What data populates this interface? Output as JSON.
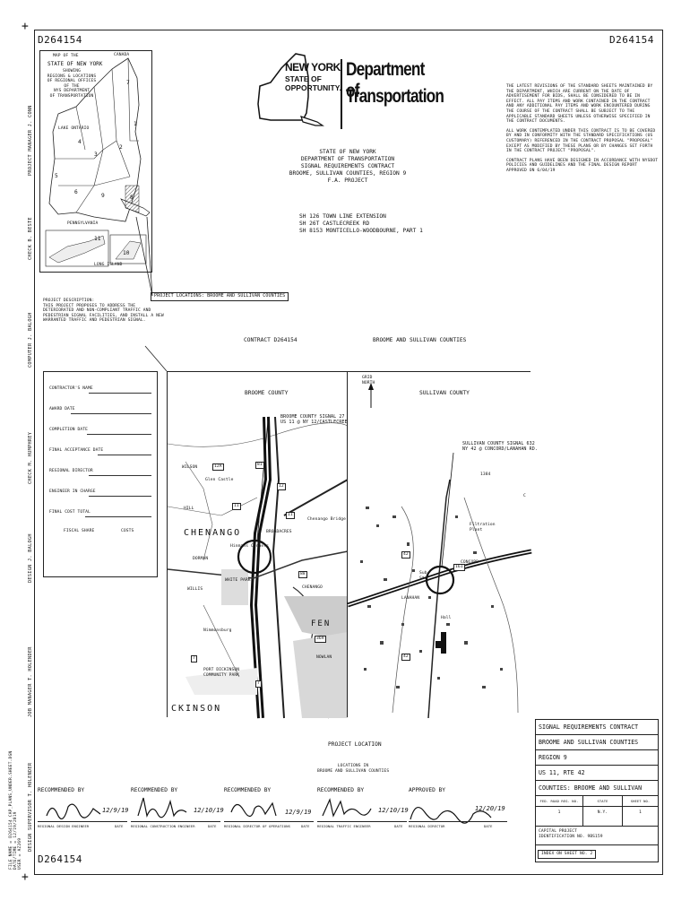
{
  "sheet": {
    "number_top_left": "D264154",
    "number_top_right": "D264154",
    "number_bottom_left": "D264154",
    "number_bottom_right": "D264154"
  },
  "left_margin": {
    "file_info": "FILE NAME = D264154 CAP_PLANS_UNDER.SHEET.DGN\nDATE/TIME = 12/19/2019\nUSER = AZ269",
    "labels": [
      "PROJECT MANAGER J. CONN",
      "CHECK B. BESTE",
      "COMPUTER J. BALOGH",
      "CHECK M. HUMPHREY",
      "DESIGN J. BALOGH",
      "JOB MANAGER T. HOLENDER",
      "DESIGN SUPERVISOR T. HOLENDER"
    ]
  },
  "state_map": {
    "title_small": "MAP OF THE",
    "title": "STATE OF NEW YORK",
    "subtitle": "SHOWING\nREGIONS & LOCATIONS\nOF REGIONAL OFFICES\nOF THE\nNYS DEPARTMENT\nOF TRANSPORTATION",
    "lake": "LAKE ONTARIO",
    "canada": "CANADA",
    "penn": "PENNSYLVANIA",
    "ltext": "LONG ISLAND",
    "region_numbers": [
      "7",
      "2",
      "4",
      "3",
      "9",
      "6",
      "5",
      "8",
      "1",
      "11",
      "10"
    ]
  },
  "logo": {
    "state_line1": "NEW YORK",
    "state_line2": "STATE OF",
    "state_line3": "OPPORTUNITY.",
    "dept_line1": "Department of",
    "dept_line2": "Transportation"
  },
  "title_block": {
    "lines": [
      "STATE OF NEW YORK",
      "DEPARTMENT OF TRANSPORTATION",
      "SIGNAL REQUIREMENTS CONTRACT",
      "BROOME, SULLIVAN COUNTIES, REGION 9",
      "F.A. PROJECT"
    ],
    "routes": [
      "SH 126 TOWN LINE EXTENSION",
      "SH 26T CASTLECREEK RD",
      "SH 8153 MONTICELLO-WOODBOURNE, PART 1"
    ]
  },
  "notes": [
    "THE LATEST REVISIONS OF THE STANDARD SHEETS MAINTAINED BY THE DEPARTMENT, WHICH ARE CURRENT ON THE DATE OF ADVERTISEMENT FOR BIDS, SHALL BE CONSIDERED TO BE IN EFFECT. ALL PAY ITEMS AND WORK CONTAINED IN THE CONTRACT AND ANY ADDITIONAL PAY ITEMS AND WORK ENCOUNTERED DURING THE COURSE OF THE CONTRACT SHALL BE SUBJECT TO THE APPLICABLE STANDARD SHEETS UNLESS OTHERWISE SPECIFIED IN THE CONTRACT DOCUMENTS.",
    "ALL WORK CONTEMPLATED UNDER THIS CONTRACT IS TO BE COVERED BY AND IN CONFORMITY WITH THE STANDARD SPECIFICATIONS (US CUSTOMARY) REFERENCED IN THE CONTRACT PROPOSAL \"PROPOSAL\" EXCEPT AS MODIFIED BY THESE PLANS OR BY CHANGES SET FORTH IN THE CONTRACT PROJECT \"PROPOSAL\".",
    "CONTRACT PLANS HAVE BEEN DESIGNED IN ACCORDANCE WITH NYSDOT POLICIES AND GUIDELINES AND THE FINAL DESIGN REPORT APPROVED ON 6/04/19"
  ],
  "project_locations_label": "PROJECT LOCATIONS: BROOME AND SULLIVAN COUNTIES",
  "project_description": {
    "heading": "PROJECT DESCRIPTION:",
    "text": "THIS PROJECT PROPOSES TO ADDRESS THE DETERIORATED AND NON-COMPLIANT TRAFFIC AND PEDESTRIAN SIGNAL FACILITIES, AND INSTALL A NEW WARRANTED TRAFFIC AND PEDESTRIAN SIGNAL."
  },
  "contract_header": {
    "left": "CONTRACT D264154",
    "right": "BROOME AND SULLIVAN COUNTIES"
  },
  "contractor_box": {
    "fields": [
      "CONTRACTOR'S NAME",
      "AWARD DATE",
      "COMPLETION DATE",
      "FINAL ACCEPTANCE DATE",
      "REGIONAL DIRECTOR",
      "ENGINEER IN CHARGE",
      "FINAL COST TOTAL"
    ],
    "fiscal_share": "FISCAL SHARE",
    "costs": "COSTS"
  },
  "broome_map": {
    "title": "BROOME COUNTY",
    "callout": "BROOME COUNTY SIGNAL 27\nUS 11 @ NY 12/CASTLECREEK RD",
    "place_labels": [
      "WILSON",
      "Glen Castle",
      "CHENANGO",
      "Chenango Bridge",
      "Hinmans Corners",
      "WHITE PARK",
      "Nimmonsburg",
      "PORT DICKINSON COMMUNITY PARK",
      "FEN",
      "CKINSON",
      "DORMAN",
      "BROADACRES",
      "NOWLAN",
      "WILLIS",
      "HILL",
      "CHENANGO"
    ],
    "route_shields": [
      "12A",
      "81",
      "12",
      "11",
      "11",
      "88",
      "7",
      "369",
      "7"
    ]
  },
  "sullivan_map": {
    "north": "GRID NORTH",
    "title": "SULLIVAN COUNTY",
    "callout": "SULLIVAN COUNTY SIGNAL 632\nNY 42 @ CONCORD/LANAHAN RD.",
    "place_labels": [
      "Filtration Plant",
      "Sub Sta",
      "Hall",
      "1384",
      "C",
      "CONCORD",
      "LANAHAN"
    ],
    "route_shields": [
      "42",
      "42",
      "161"
    ]
  },
  "project_location_caption": "PROJECT LOCATION",
  "locations_caption": "LOCATIONS IN\nBROOME AND SULLIVAN COUNTIES",
  "signatures": [
    {
      "header": "RECOMMENDED BY",
      "title": "REGIONAL DESIGN ENGINEER",
      "date": "12/9/19"
    },
    {
      "header": "RECOMMENDED BY",
      "title": "REGIONAL CONSTRUCTION ENGINEER",
      "date": "12/10/19"
    },
    {
      "header": "RECOMMENDED BY",
      "title": "REGIONAL DIRECTOR OF OPERATIONS",
      "date": "12/9/19"
    },
    {
      "header": "RECOMMENDED BY",
      "title": "REGIONAL TRAFFIC ENGINEER",
      "date": "12/10/19"
    },
    {
      "header": "APPROVED BY",
      "title": "REGIONAL DIRECTOR",
      "date": "12/20/19"
    }
  ],
  "date_label": "DATE",
  "title_box": {
    "rows": [
      "SIGNAL REQUIREMENTS CONTRACT",
      "BROOME AND SULLIVAN COUNTIES",
      "REGION 9",
      "US 11, RTE 42",
      "COUNTIES:  BROOME AND SULLIVAN"
    ],
    "table_headers": [
      "FED. ROAD REG. NO.",
      "STATE",
      "SHEET NO."
    ],
    "table_values": [
      "1",
      "N.Y.",
      "1"
    ],
    "pin_label": "CAPITAL PROJECT\nIDENTIFICATION NO. 9BS159",
    "index": "INDEX ON SHEET NO. 2"
  }
}
